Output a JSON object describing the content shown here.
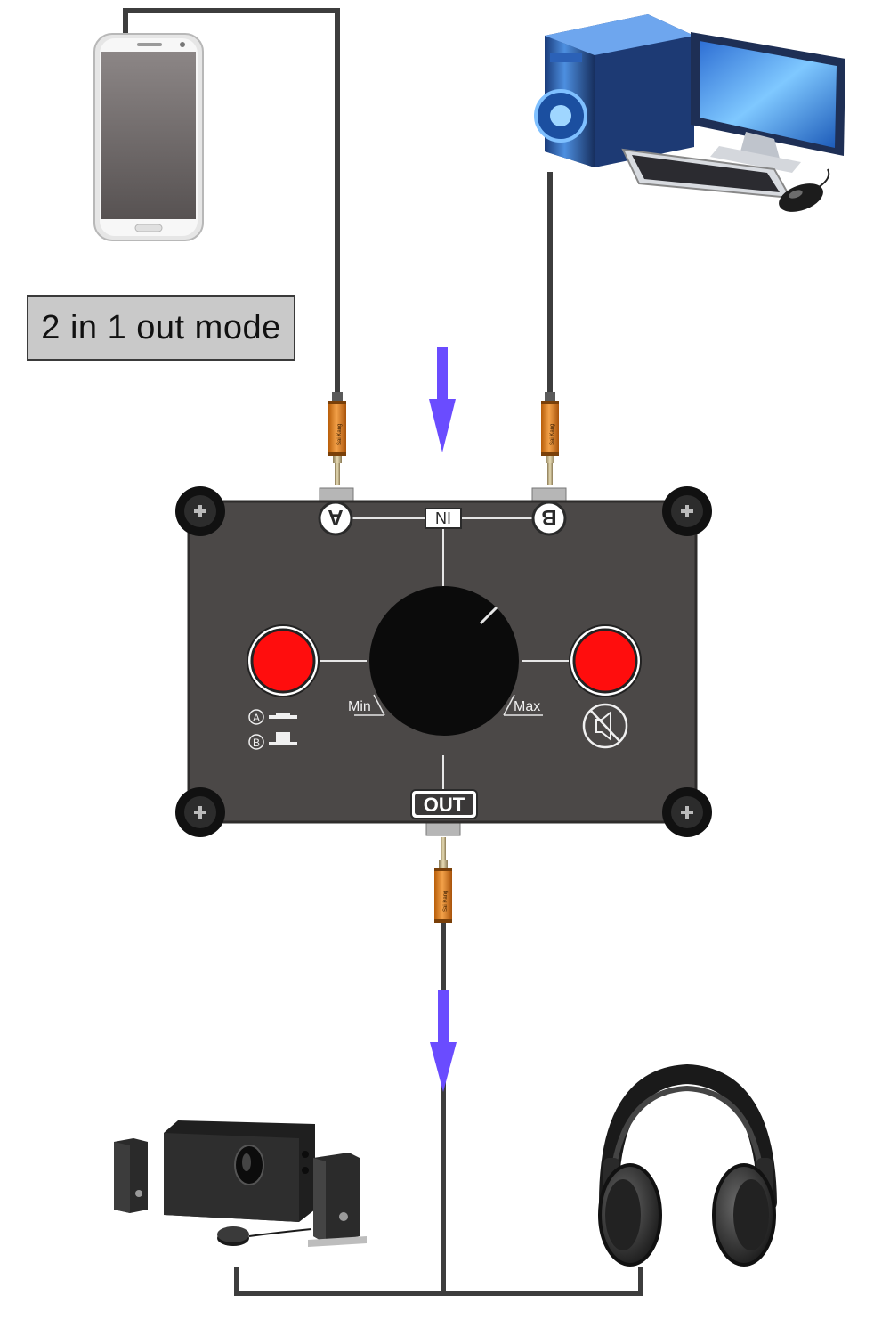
{
  "mode_label": "2 in 1 out mode",
  "device": {
    "input_a_label": "A",
    "input_b_label": "B",
    "in_label": "IN",
    "out_label": "OUT",
    "min_label": "Min",
    "max_label": "Max",
    "switch_a_label": "A",
    "switch_b_label": "B",
    "plug_brand": "Sai Kang"
  },
  "colors": {
    "panel": "#4b4847",
    "button_red": "#ff0d0d",
    "plug_orange": "#e98b1f",
    "arrow_purple": "#6a4cff",
    "cable": "#3d3d3d"
  },
  "icons": {
    "mute": "speaker-mute-icon",
    "screw": "screw-icon"
  }
}
